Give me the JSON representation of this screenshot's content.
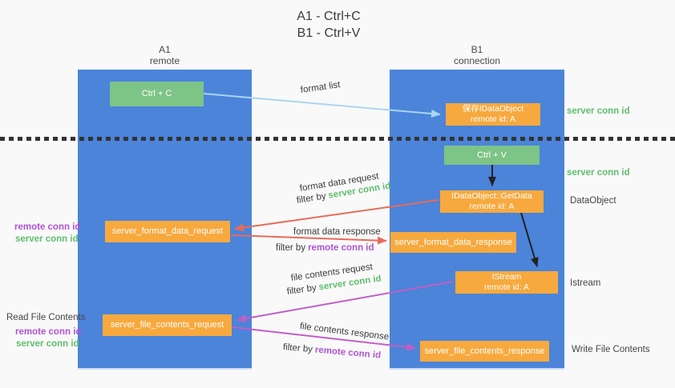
{
  "title": {
    "line1": "A1 - Ctrl+C",
    "line2": "B1 - Ctrl+V"
  },
  "columns": {
    "a1": {
      "name": "A1",
      "subtitle": "remote"
    },
    "b1": {
      "name": "B1",
      "subtitle": "connection"
    }
  },
  "boxes": {
    "ctrl_c": {
      "label": "Ctrl + C"
    },
    "save_idataobject": {
      "line1": "保存IDataObject",
      "line2": "remote id: A"
    },
    "ctrl_v": {
      "label": "Ctrl + V"
    },
    "getdata": {
      "line1": "IDataObject::GetData",
      "line2": "remote id: A"
    },
    "server_format_data_request": {
      "label": "server_format_data_request"
    },
    "server_format_data_response": {
      "label": "server_format_data_response"
    },
    "istream": {
      "line1": "IStream",
      "line2": "remote id: A"
    },
    "server_file_contents_request": {
      "label": "server_file_contents_request"
    },
    "server_file_contents_response": {
      "label": "server_file_contents_response"
    }
  },
  "flow_labels": {
    "format_list": "format list",
    "format_data_request": "format data request",
    "format_data_response": "format data response",
    "file_contents_request": "file contents request",
    "file_contents_response": "file contents response",
    "filter_by": "filter by",
    "server_conn_id": "server conn id",
    "remote_conn_id": "remote conn id"
  },
  "side_labels": {
    "server_conn_id_top": "server conn id",
    "server_conn_id_mid": "server conn id",
    "dataobject": "DataObject",
    "istream": "Istream",
    "write_file_contents": "Write File Contents",
    "read_file_contents": "Read File Contents",
    "remote_conn_id": "remote conn id",
    "server_conn_id": "server conn id"
  },
  "colors": {
    "column_blue": "#4b84d9",
    "box_green": "#7dc487",
    "box_orange": "#f7a93e",
    "arrow_light_blue": "#a9d5f2",
    "arrow_red": "#e96a5a",
    "arrow_magenta": "#c25ec4",
    "arrow_black": "#222222",
    "label_green": "#5fbe6e",
    "label_purple": "#b054d4",
    "divider_dark": "#333333"
  }
}
